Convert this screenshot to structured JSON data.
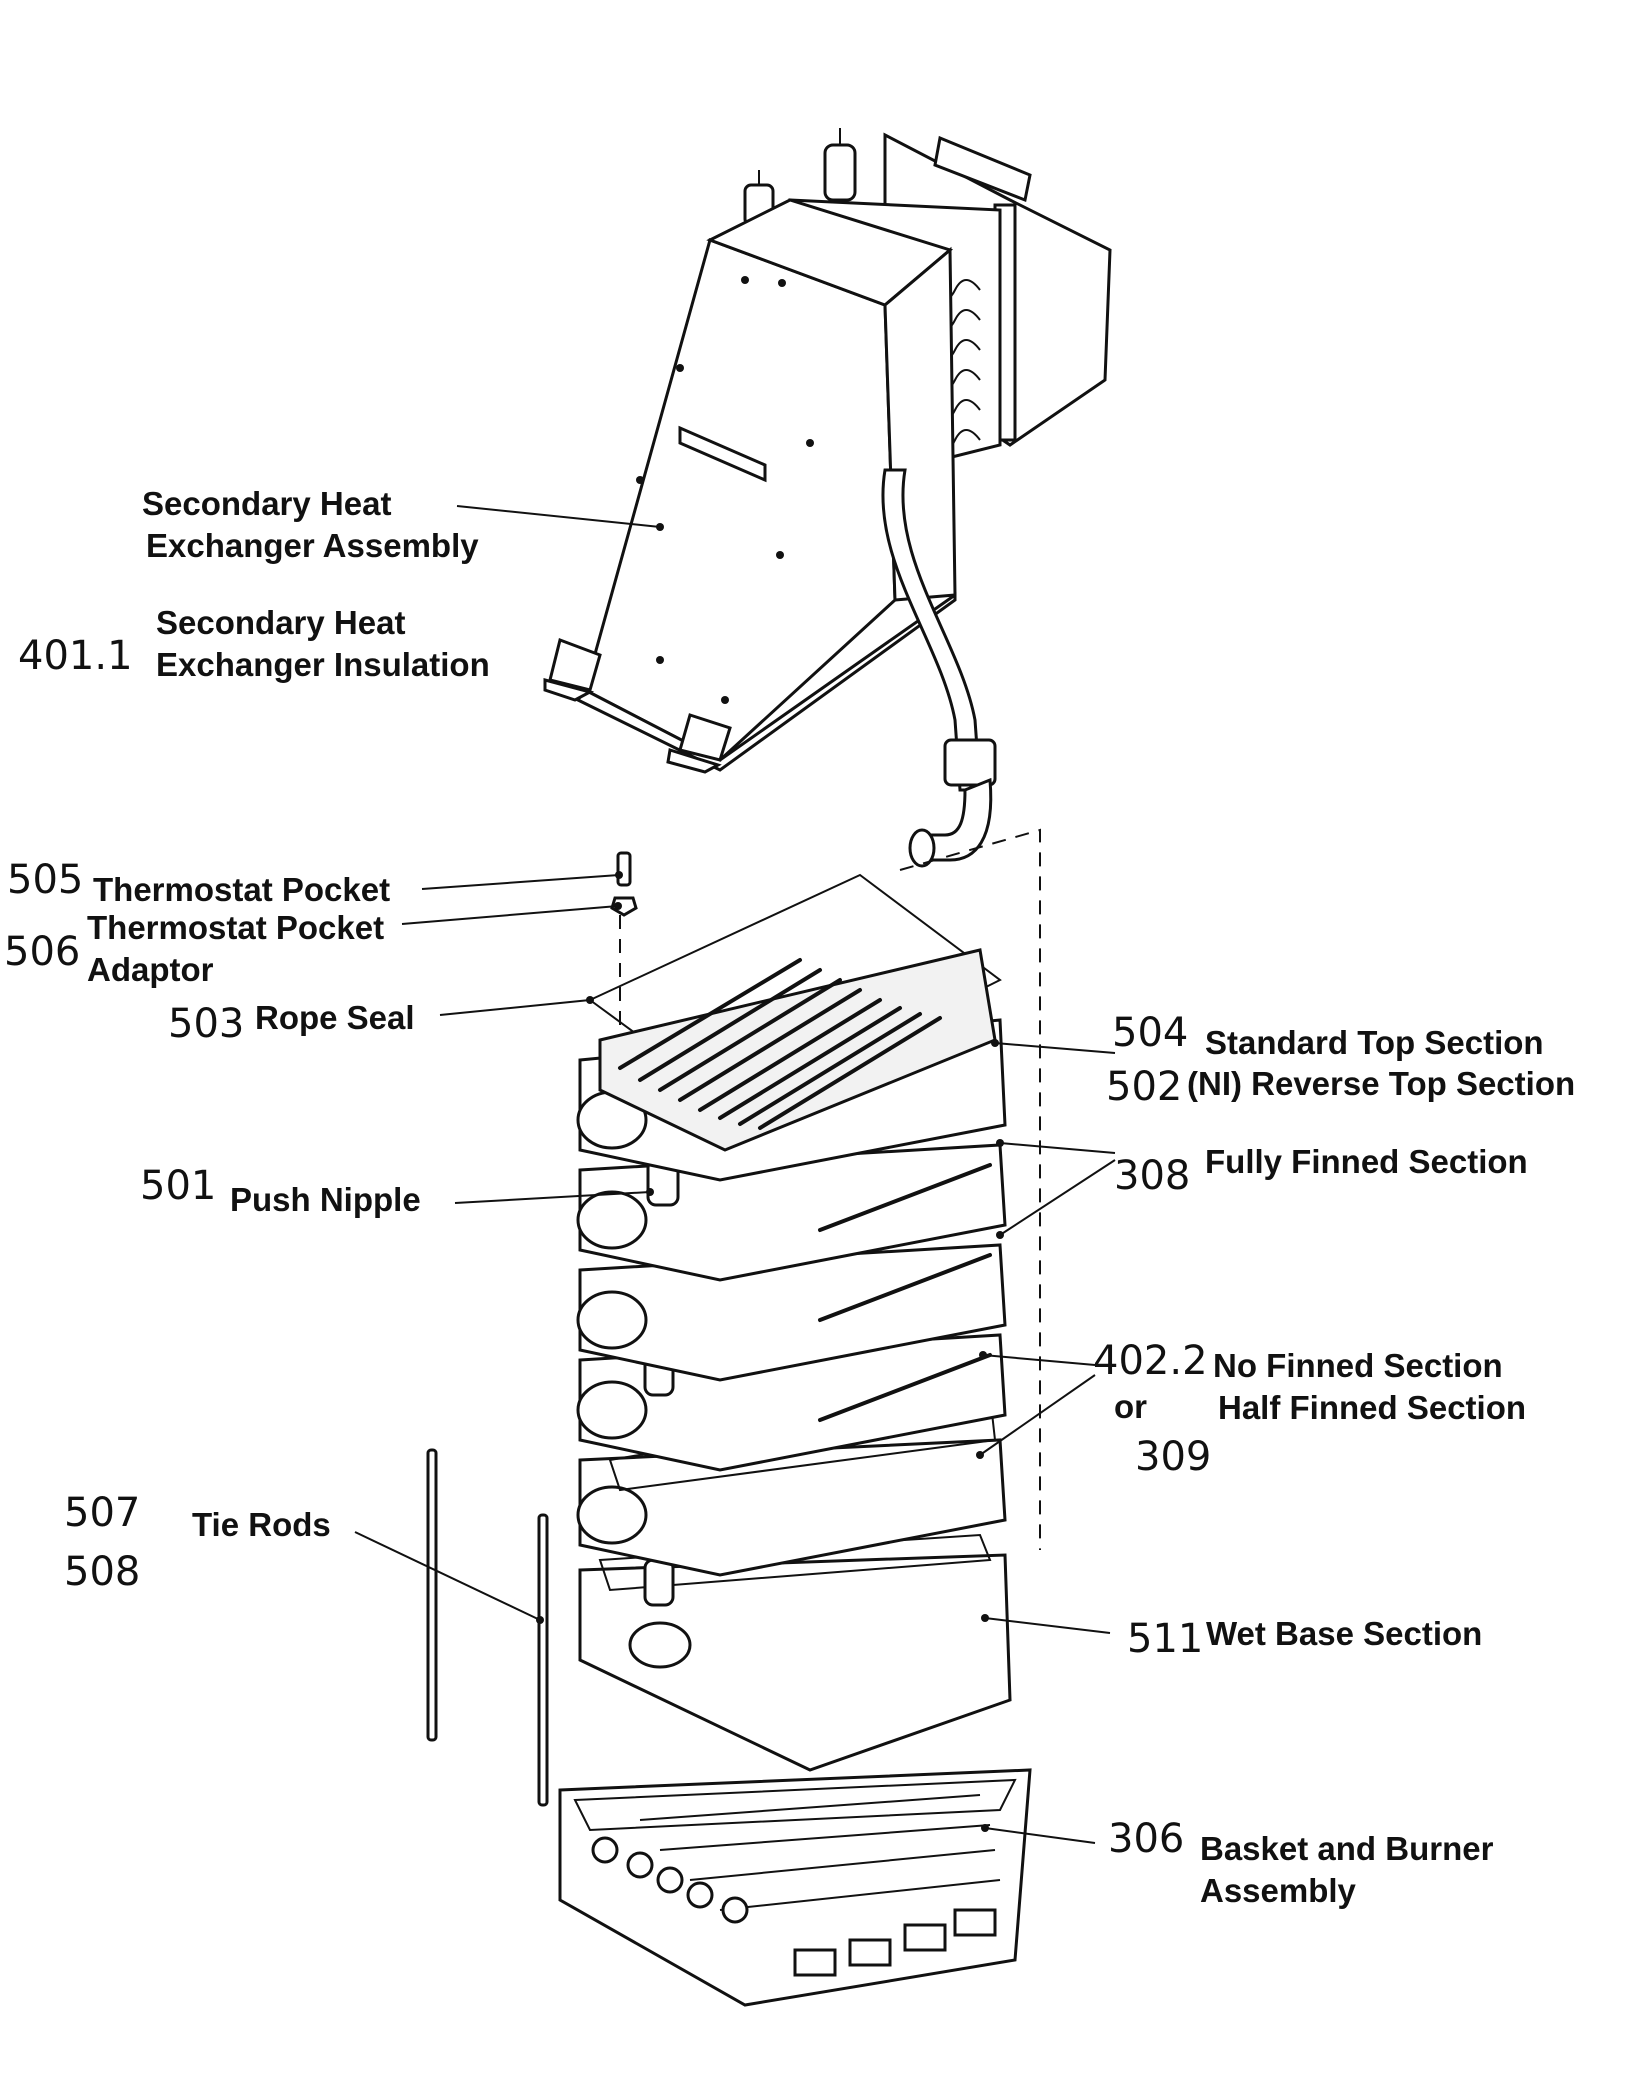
{
  "parts": {
    "secondary_hx_assembly": {
      "label_line1": "Secondary Heat",
      "label_line2": "Exchanger Assembly"
    },
    "secondary_hx_insulation": {
      "number": "401.1",
      "label_line1": "Secondary Heat",
      "label_line2": "Exchanger Insulation"
    },
    "thermostat_pocket": {
      "number": "505",
      "label": "Thermostat Pocket"
    },
    "thermostat_pocket_adaptor": {
      "number": "506",
      "label_line1": "Thermostat Pocket",
      "label_line2": "Adaptor"
    },
    "rope_seal": {
      "number": "503",
      "label": "Rope Seal"
    },
    "standard_top_section": {
      "number": "504",
      "label": "Standard Top Section"
    },
    "reverse_top_section": {
      "number": "502",
      "label": "(NI) Reverse Top Section"
    },
    "fully_finned_section": {
      "number": "308",
      "label": "Fully Finned Section"
    },
    "push_nipple": {
      "number": "501",
      "label": "Push Nipple"
    },
    "no_finned_section": {
      "number": "402.2",
      "connector": "or",
      "number_alt": "309",
      "label_line1": "No Finned Section",
      "label_line2": "Half Finned Section"
    },
    "tie_rods": {
      "numbers": [
        "507",
        "508"
      ],
      "label": "Tie Rods"
    },
    "wet_base_section": {
      "number": "511",
      "label": "Wet Base Section"
    },
    "basket_burner": {
      "number": "306",
      "label_line1": "Basket and Burner",
      "label_line2": "Assembly"
    }
  }
}
